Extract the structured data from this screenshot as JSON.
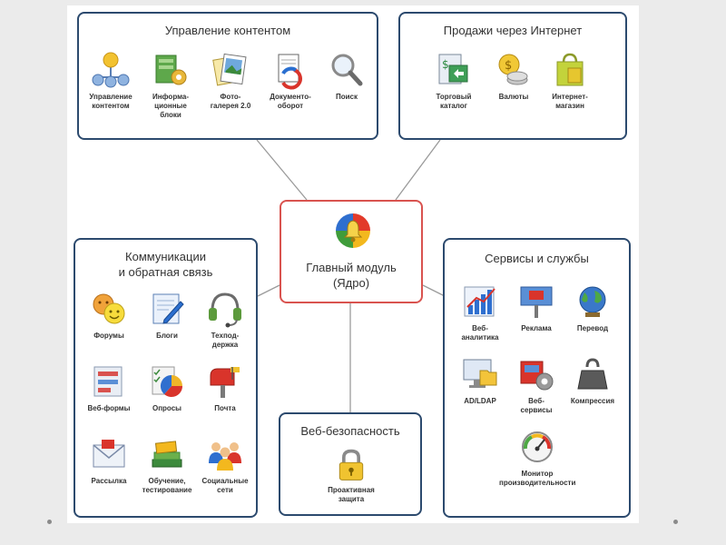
{
  "colors": {
    "box_border": "#2c4a6e",
    "core_border": "#d9534f",
    "connector": "#9a9a9a",
    "background": "#ebebeb"
  },
  "core": {
    "label": "Главный модуль\n(Ядро)",
    "icon": "bitrix-logo-icon"
  },
  "content": {
    "title": "Управление контентом",
    "items": [
      {
        "label": "Управление\nконтентом",
        "icon": "org-tree-icon"
      },
      {
        "label": "Информа-\nционные\nблоки",
        "icon": "cube-gear-icon"
      },
      {
        "label": "Фото-\nгалерея 2.0",
        "icon": "photo-gallery-icon"
      },
      {
        "label": "Документо-\nоборот",
        "icon": "document-cycle-icon"
      },
      {
        "label": "Поиск",
        "icon": "magnifier-icon"
      }
    ]
  },
  "sales": {
    "title": "Продажи через Интернет",
    "items": [
      {
        "label": "Торговый\nкаталог",
        "icon": "catalog-icon"
      },
      {
        "label": "Валюты",
        "icon": "coins-icon"
      },
      {
        "label": "Интернет-\nмагазин",
        "icon": "shopping-bag-icon"
      }
    ]
  },
  "comm": {
    "title": "Коммуникации\nи обратная связь",
    "items": [
      {
        "label": "Форумы",
        "icon": "smileys-icon"
      },
      {
        "label": "Блоги",
        "icon": "blog-pencil-icon"
      },
      {
        "label": "Техпод-\nдержка",
        "icon": "headset-icon"
      },
      {
        "label": "Веб-формы",
        "icon": "web-form-icon"
      },
      {
        "label": "Опросы",
        "icon": "poll-chart-icon"
      },
      {
        "label": "Почта",
        "icon": "mailbox-icon"
      },
      {
        "label": "Рассылка",
        "icon": "envelope-icon"
      },
      {
        "label": "Обучение,\nтестирование",
        "icon": "books-icon"
      },
      {
        "label": "Социальные\nсети",
        "icon": "people-group-icon"
      }
    ]
  },
  "services": {
    "title": "Сервисы и службы",
    "items": [
      {
        "label": "Веб-\nаналитика",
        "icon": "analytics-bars-icon"
      },
      {
        "label": "Реклама",
        "icon": "billboard-icon"
      },
      {
        "label": "Перевод",
        "icon": "globe-icon"
      },
      {
        "label": "AD/LDAP",
        "icon": "monitor-folder-icon"
      },
      {
        "label": "Веб-\nсервисы",
        "icon": "web-services-icon"
      },
      {
        "label": "Компрессия",
        "icon": "weight-icon"
      },
      {
        "label": "Монитор\nпроизводительности",
        "icon": "gauge-icon"
      }
    ]
  },
  "security": {
    "title": "Веб-безопасность",
    "items": [
      {
        "label": "Проактивная\nзащита",
        "icon": "padlock-icon"
      }
    ]
  }
}
